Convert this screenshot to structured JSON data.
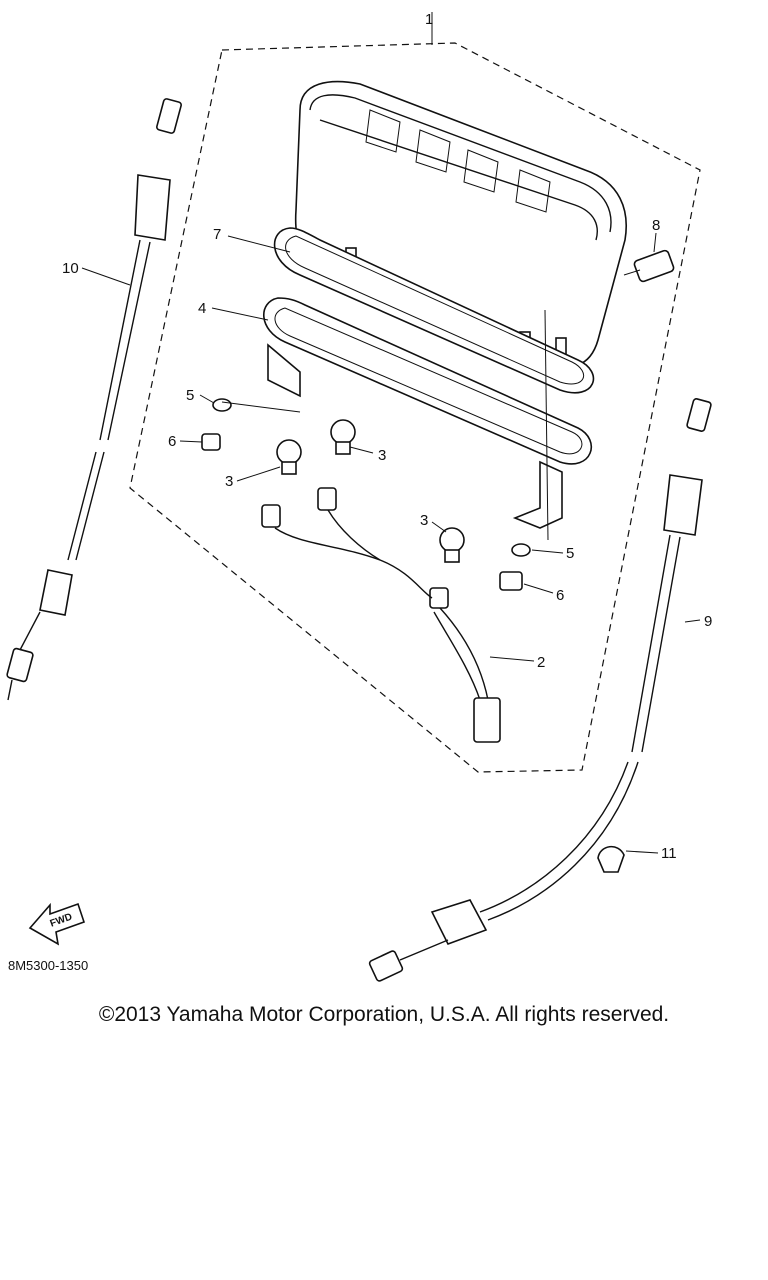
{
  "callouts": {
    "c1": "1",
    "c2": "2",
    "c3a": "3",
    "c3b": "3",
    "c3c": "3",
    "c4": "4",
    "c5a": "5",
    "c5b": "5",
    "c6a": "6",
    "c6b": "6",
    "c7": "7",
    "c8": "8",
    "c9": "9",
    "c10": "10",
    "c11": "11"
  },
  "diagram_code": "8M5300-1350",
  "fwd_label": "FWD",
  "copyright": "©2013 Yamaha Motor Corporation, U.S.A. All rights reserved."
}
